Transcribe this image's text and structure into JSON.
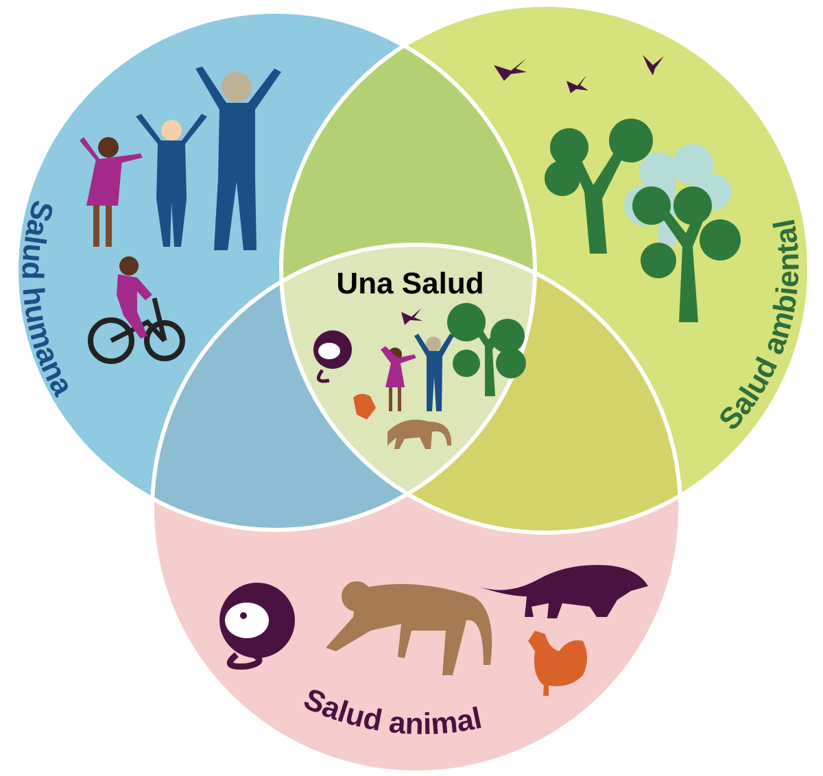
{
  "diagram": {
    "center_title": "Una Salud",
    "circles": [
      {
        "label": "Salud humana",
        "color": "#8fcae0",
        "text_color": "#1c4f86"
      },
      {
        "label": "Salud ambiental",
        "color": "#d6e27b",
        "text_color": "#2e6e3a"
      },
      {
        "label": "Salud animal",
        "color": "#f5cdcc",
        "text_color": "#4a1240"
      }
    ],
    "overlaps": {
      "human_environment": "#b3d172",
      "human_animal": "#8dbdd2",
      "environment_animal": "#d4d36a",
      "center": "#dce6b8"
    }
  }
}
